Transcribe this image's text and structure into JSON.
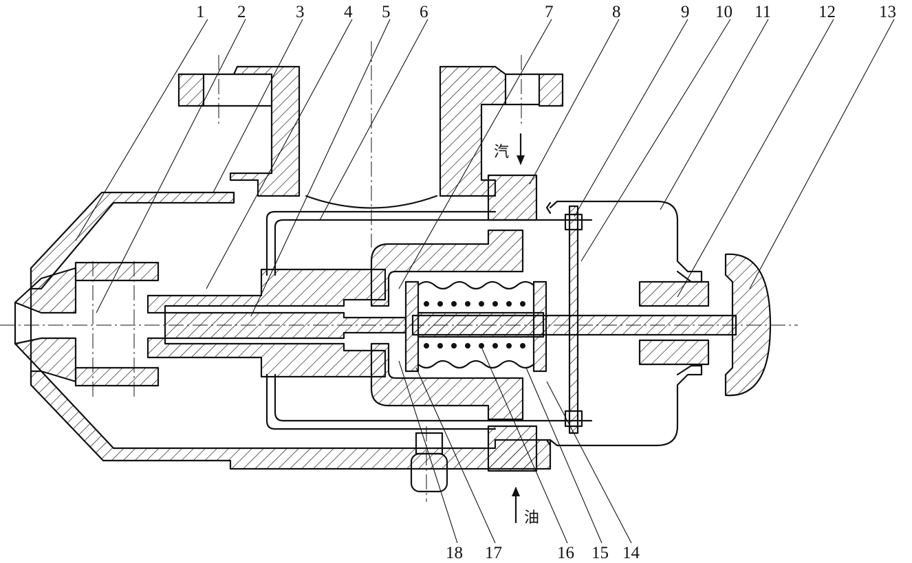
{
  "labels": {
    "top": [
      "1",
      "2",
      "3",
      "4",
      "5",
      "6",
      "7",
      "8",
      "9",
      "10",
      "11",
      "12",
      "13"
    ],
    "bottom": [
      "18",
      "17",
      "16",
      "15",
      "14"
    ]
  },
  "flow": {
    "steam": "汽",
    "oil": "油"
  }
}
